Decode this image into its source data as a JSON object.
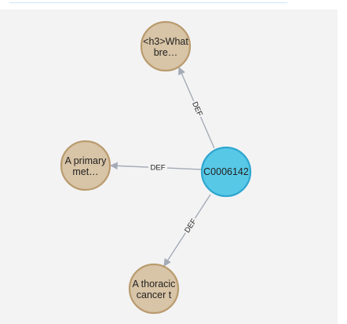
{
  "graph": {
    "colors": {
      "canvas_bg": "#f3f3f4",
      "definition_node_fill": "#d8c4a6",
      "definition_node_stroke": "#b99b6e",
      "concept_node_fill": "#57c8e6",
      "concept_node_stroke": "#2ea6cf",
      "edge_color": "#a5abb6",
      "label_bg": "#f3f3f4"
    },
    "nodes": {
      "center": {
        "label": "C0006142"
      },
      "top": {
        "line1": "<h3>What",
        "line2": "bre…"
      },
      "left": {
        "line1": "A primary",
        "line2": "met…"
      },
      "bottom": {
        "line1": "A thoracic",
        "line2": "cancer t"
      }
    },
    "edges": {
      "to_top": {
        "label": "DEF"
      },
      "to_left": {
        "label": "DEF"
      },
      "to_bottom": {
        "label": "DEF"
      }
    }
  }
}
